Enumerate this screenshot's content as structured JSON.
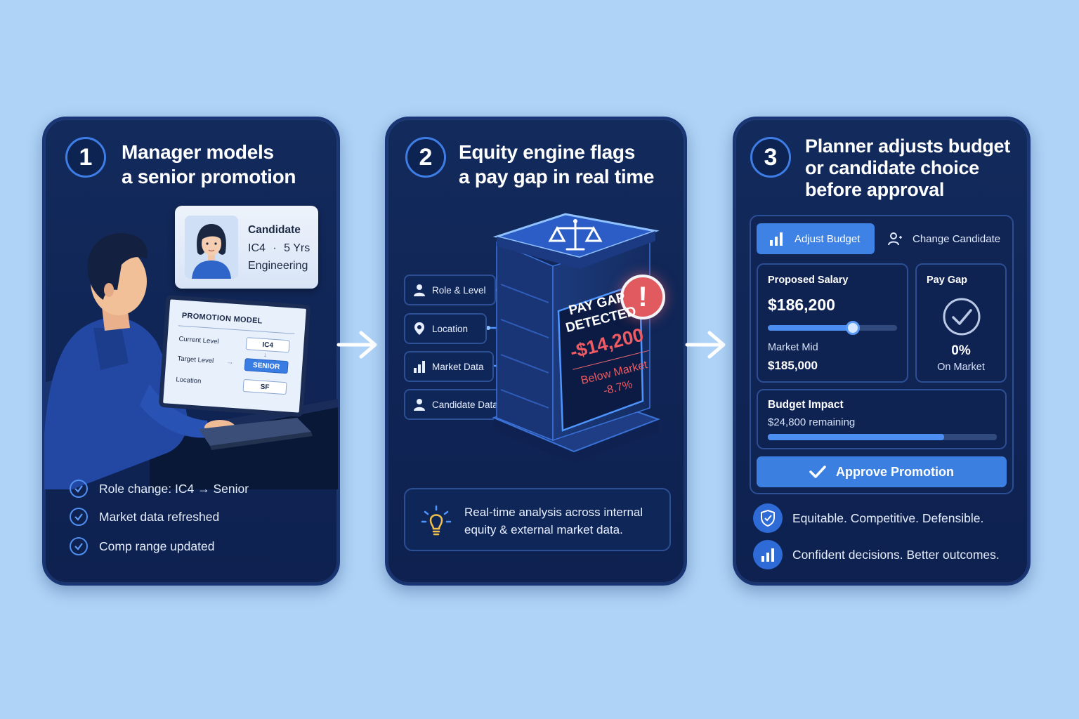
{
  "steps": [
    {
      "number": "1",
      "title": "Manager models\na senior promotion",
      "candidate": {
        "label": "Candidate",
        "level": "IC4",
        "separator": "·",
        "tenure": "5 Yrs",
        "department": "Engineering"
      },
      "promotion_model": {
        "title": "PROMOTION MODEL",
        "rows": [
          {
            "label": "Current Level",
            "value": "IC4"
          },
          {
            "label": "Target Level",
            "value": "SENIOR"
          },
          {
            "label": "Location",
            "value": "SF"
          }
        ]
      },
      "checklist": [
        "Role change: IC4 → Senior",
        "Market data refreshed",
        "Comp range updated"
      ]
    },
    {
      "number": "2",
      "title": "Equity engine flags\na pay gap in real time",
      "inputs": [
        {
          "label": "Role & Level",
          "icon": "person-icon"
        },
        {
          "label": "Location",
          "icon": "location-pin-icon"
        },
        {
          "label": "Market Data",
          "icon": "bar-chart-icon"
        },
        {
          "label": "Candidate Data",
          "icon": "person-icon"
        }
      ],
      "alert": {
        "headline": "PAY GAP\nDETECTED",
        "amount": "-$14,200",
        "status": "Below Market",
        "percent": "-8.7%"
      },
      "info": "Real-time analysis across internal\nequity & external market data."
    },
    {
      "number": "3",
      "title": "Planner adjusts budget\nor candidate choice\nbefore approval",
      "tabs": {
        "adjust_budget": "Adjust Budget",
        "change_candidate": "Change Candidate"
      },
      "proposed_salary": {
        "label": "Proposed Salary",
        "value": "$186,200",
        "slider_fraction": 0.66
      },
      "market_mid": {
        "label": "Market Mid",
        "value": "$185,000"
      },
      "pay_gap": {
        "label": "Pay Gap",
        "value": "0%",
        "status": "On Market"
      },
      "budget_impact": {
        "label": "Budget Impact",
        "remaining": "$24,800 remaining",
        "fill_fraction": 0.77
      },
      "approve_label": "Approve Promotion",
      "footer": [
        {
          "text": "Equitable. Competitive. Defensible.",
          "icon": "shield-check-icon"
        },
        {
          "text": "Confident decisions. Better outcomes.",
          "icon": "bar-chart-icon"
        }
      ]
    }
  ],
  "colors": {
    "background": "#aed3f6",
    "card": "#122a5c",
    "accent": "#3d82e4",
    "alert": "#e05a5f"
  }
}
